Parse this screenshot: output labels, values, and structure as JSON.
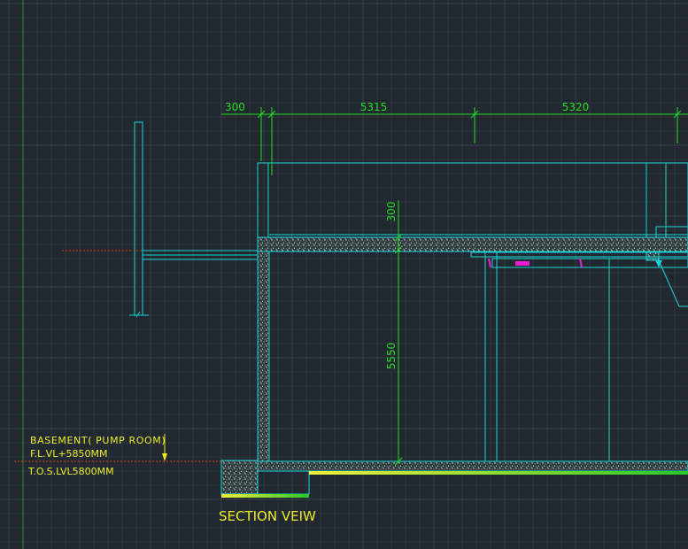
{
  "drawing": {
    "title": "SECTION VEIW",
    "dimensions_top": [
      "300",
      "5315",
      "5320"
    ],
    "dimension_slab": "300",
    "dimension_height": "5550",
    "level_labels": {
      "line1": "BASEMENT( PUMP ROOM)",
      "line2": "F.L.VL+5850MM",
      "line3": "T.O.S.LVL5800MM"
    }
  },
  "colors": {
    "background": "#212830",
    "grid_minor": "#2b333c",
    "grid_major": "#37414b",
    "structure": "#19d6d6",
    "dimension": "#22dd22",
    "label": "#eded2a",
    "datum": "#e0401e",
    "accent": "#e81ed4",
    "hatch": "#dfe6e8"
  }
}
